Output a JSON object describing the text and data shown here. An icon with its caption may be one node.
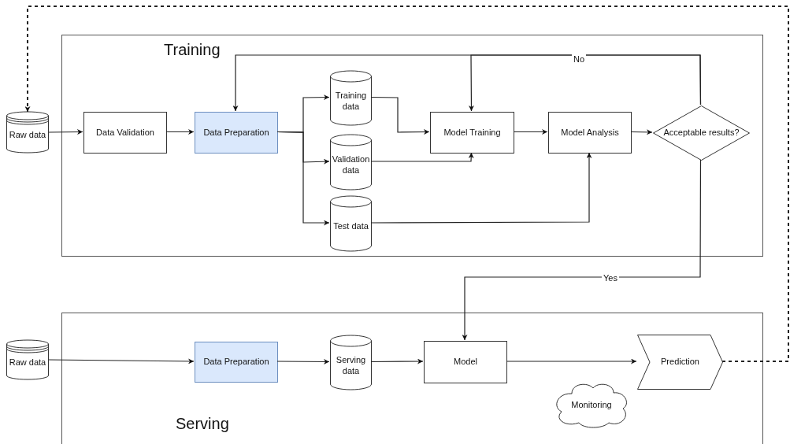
{
  "diagram": {
    "nodes": [
      {
        "text": [
          "Training"
        ]
      },
      {
        "text": [
          "Raw data"
        ]
      },
      {
        "text": [
          "Data Validation"
        ],
        "in": 0
      },
      {
        "text": [
          "Data Preparation"
        ],
        "in": 0
      },
      {
        "text": [
          "Training data"
        ],
        "in": 0
      },
      {
        "text": [
          "Validation data"
        ],
        "in": 0
      },
      {
        "text": [
          "Test data"
        ],
        "in": 0
      },
      {
        "text": [
          "Model Training"
        ],
        "in": 0
      },
      {
        "text": [
          "Model Analysis"
        ],
        "in": 0
      },
      {
        "text": [
          "Acceptable results?"
        ],
        "in": 0
      },
      {
        "text": [
          "Serving"
        ]
      },
      {
        "text": [
          "Raw data"
        ]
      },
      {
        "text": [
          "Data Preparation"
        ],
        "in": 10
      },
      {
        "text": [
          "Serving data"
        ],
        "in": 10
      },
      {
        "text": [
          "Model"
        ],
        "in": 10
      },
      {
        "text": [
          "Prediction"
        ],
        "in": 10
      },
      {
        "text": [
          "Monitoring"
        ],
        "in": 10
      }
    ],
    "edges": [
      {
        "from": 1,
        "to": 2,
        "arrow": "to"
      },
      {
        "from": 2,
        "to": 3,
        "arrow": "to"
      },
      {
        "from": 3,
        "to": 4,
        "arrow": "to"
      },
      {
        "from": 3,
        "to": 5,
        "arrow": "to"
      },
      {
        "from": 3,
        "to": 6,
        "arrow": "to"
      },
      {
        "from": 4,
        "to": 7,
        "arrow": "to"
      },
      {
        "from": 5,
        "to": 7,
        "arrow": "to"
      },
      {
        "from": 6,
        "to": 8,
        "arrow": "to"
      },
      {
        "from": 7,
        "to": 8,
        "arrow": "to"
      },
      {
        "from": 8,
        "to": 9,
        "arrow": "to"
      },
      {
        "from": 9,
        "to": 3,
        "label": "No",
        "arrow": "to"
      },
      {
        "from": 9,
        "to": 7,
        "arrow": "to"
      },
      {
        "from": 9,
        "to": 14,
        "label": "Yes",
        "arrow": "to"
      },
      {
        "from": 11,
        "to": 12,
        "arrow": "to"
      },
      {
        "from": 12,
        "to": 13,
        "arrow": "to"
      },
      {
        "from": 13,
        "to": 14,
        "arrow": "to"
      },
      {
        "from": 14,
        "to": 15,
        "arrow": "to"
      },
      {
        "from": 15,
        "to": 1,
        "arrow": "to",
        "style": "dashed"
      }
    ]
  }
}
